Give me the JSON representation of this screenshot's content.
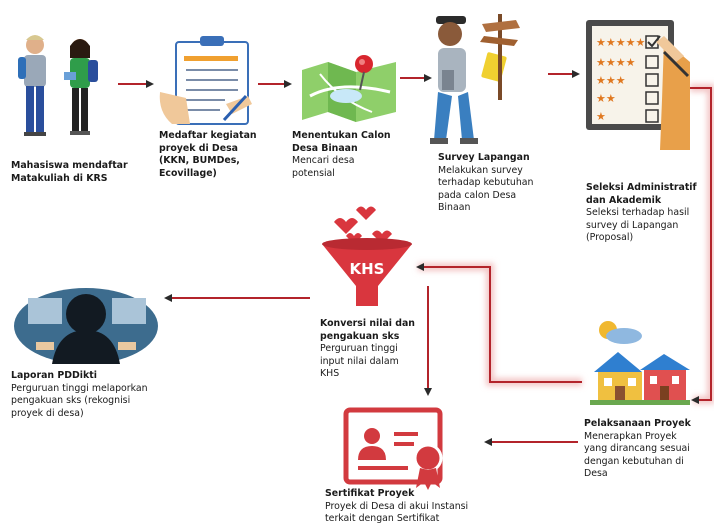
{
  "steps": {
    "s1": {
      "title": "Mahasiswa mendaftar Matakuliah di KRS",
      "desc": ""
    },
    "s2": {
      "title": "Medaftar kegiatan proyek di Desa (KKN, BUMDes, Ecovillage)",
      "desc": ""
    },
    "s3": {
      "title": "Menentukan Calon Desa Binaan",
      "desc": "Mencari desa potensial"
    },
    "s4": {
      "title": "Survey Lapangan",
      "desc": "Melakukan survey terhadap kebutuhan pada calon Desa Binaan"
    },
    "s5": {
      "title": "Seleksi Administratif dan Akademik",
      "desc": "Seleksi terhadap hasil survey di Lapangan (Proposal)"
    },
    "s6": {
      "title": "Pelaksanaan Proyek",
      "desc": "Menerapkan Proyek yang dirancang sesuai dengan kebutuhan di Desa"
    },
    "s7": {
      "title": "Konversi nilai dan pengakuan sks",
      "desc": "Perguruan tinggi input nilai dalam KHS"
    },
    "s8": {
      "title": "Laporan PDDikti",
      "desc": "Perguruan tinggi melaporkan pengakuan sks (rekognisi proyek di desa)"
    },
    "s9": {
      "title": "Sertifikat Proyek",
      "desc": "Proyek di Desa di akui Instansi terkait dengan Sertifikat"
    }
  },
  "funnel_label": "KHS",
  "colors": {
    "arrow": "#b3242b",
    "glow": "#f3c6c6",
    "funnel": "#d9363e",
    "certificate": "#d23a3f"
  }
}
